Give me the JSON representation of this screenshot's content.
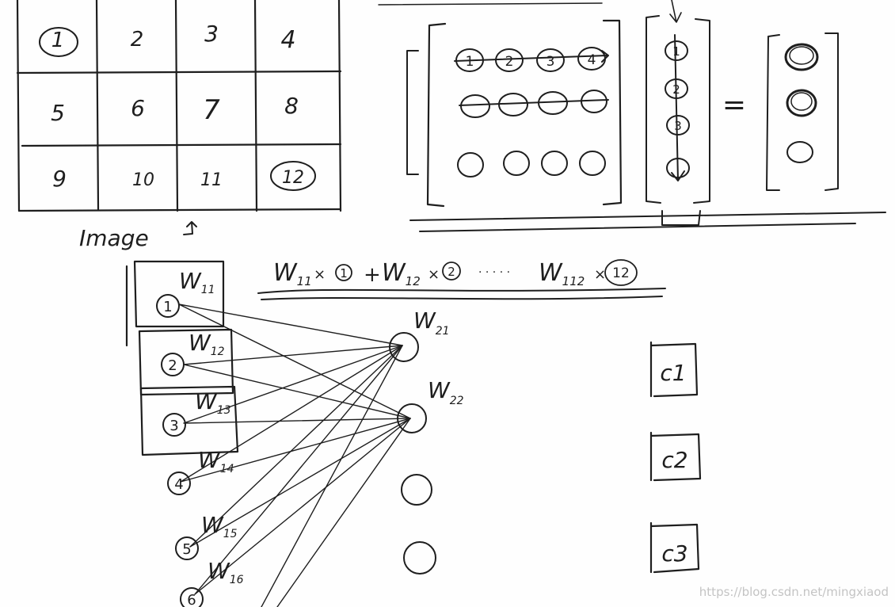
{
  "image_grid": {
    "cells": [
      "1",
      "2",
      "3",
      "4",
      "5",
      "6",
      "7",
      "8",
      "9",
      "10",
      "11",
      "12"
    ],
    "caption": "Image"
  },
  "matrix_equation": {
    "equals": "="
  },
  "formula": {
    "w11": "W",
    "w11_sub": "11",
    "t1": "× ",
    "in1": "1",
    "plus": "+",
    "w12": "W",
    "w12_sub": "12",
    "t2": "×",
    "in2": "2",
    "dots": "· · · · ·",
    "w112": "W",
    "w112_sub": "112",
    "t3": "×",
    "in12": "12"
  },
  "network": {
    "inputs": [
      "1",
      "2",
      "3",
      "4",
      "5",
      "6"
    ],
    "input_weight_labels": [
      {
        "base": "W",
        "sub": "11"
      },
      {
        "base": "W",
        "sub": "12"
      },
      {
        "base": "W",
        "sub": "13"
      },
      {
        "base": "W",
        "sub": "14"
      },
      {
        "base": "W",
        "sub": "15"
      },
      {
        "base": "W",
        "sub": "16"
      }
    ],
    "hidden_labels": [
      {
        "base": "W",
        "sub": "21"
      },
      {
        "base": "W",
        "sub": "22"
      }
    ],
    "classes": [
      "c1",
      "c2",
      "c3"
    ]
  },
  "watermark": "https://blog.csdn.net/mingxiaod"
}
